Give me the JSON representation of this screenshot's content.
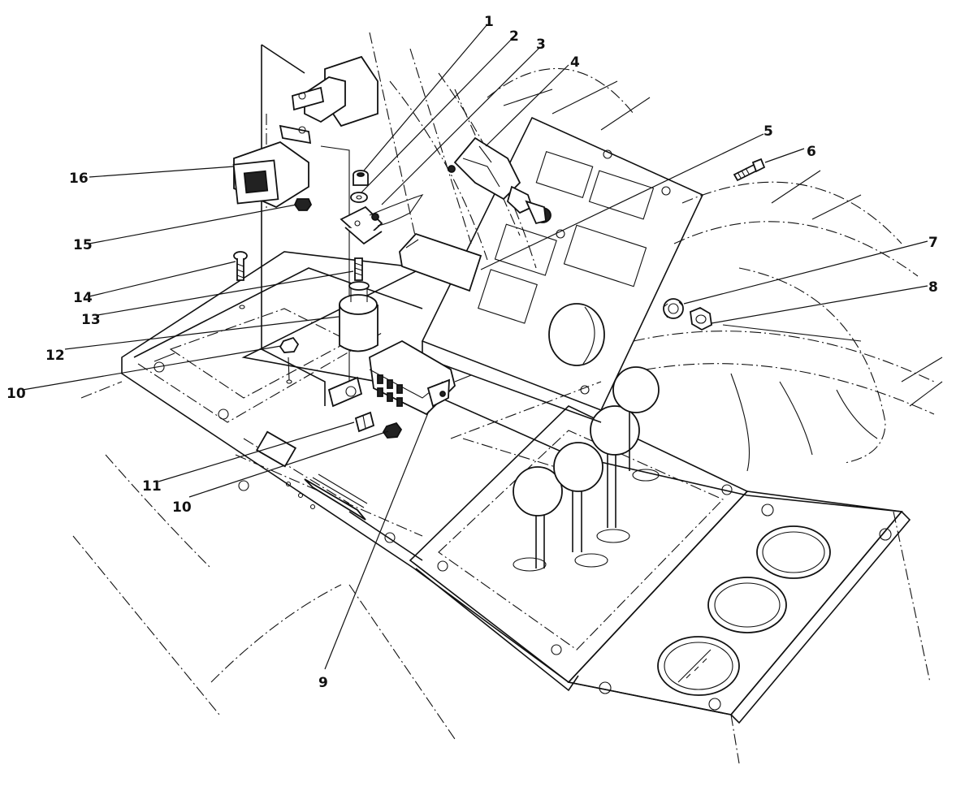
{
  "callouts": {
    "c1": "1",
    "c2": "2",
    "c3": "3",
    "c4": "4",
    "c5": "5",
    "c6": "6",
    "c7": "7",
    "c8": "8",
    "c9": "9",
    "c10a": "10",
    "c10b": "10",
    "c11": "11",
    "c12": "12",
    "c13": "13",
    "c14": "14",
    "c15": "15",
    "c16": "16"
  },
  "colors": {
    "ink": "#111111",
    "paper": "#ffffff"
  }
}
